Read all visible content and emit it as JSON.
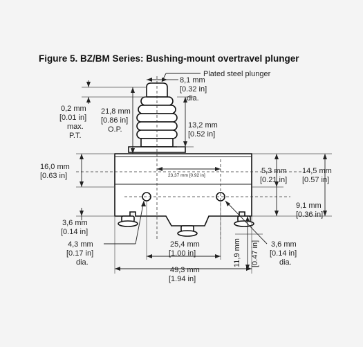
{
  "figure": {
    "title": "Figure 5. BZ/BM Series: Bushing-mount overtravel plunger"
  },
  "labels": {
    "plunger": "Plated steel plunger",
    "plunger_dia_1": "8,1 mm",
    "plunger_dia_2": "[0.32 in]",
    "plunger_dia_3": "dia.",
    "pt_1": "0,2 mm",
    "pt_2": "[0.01 in]",
    "pt_3": "max.",
    "pt_4": "P.T.",
    "op_1": "21,8 mm",
    "op_2": "[0.86 in]",
    "op_3": "O.P.",
    "bushing_1": "13,2 mm",
    "bushing_2": "[0.52 in]",
    "center_offset": "23,37 mm [0.92 in]",
    "body_h_1": "16,0 mm",
    "body_h_2": "[0.63 in]",
    "hole_top_1": "5,3 mm",
    "hole_top_2": "[0.21 in]",
    "total_h_1": "14,5 mm",
    "total_h_2": "[0.57 in]",
    "hole_bot_1": "9,1 mm",
    "hole_bot_2": "[0.36 in]",
    "hole_left_1": "3,6 mm",
    "hole_left_2": "[0.14 in]",
    "hole_dia_l_1": "4,3 mm",
    "hole_dia_l_2": "[0.17 in]",
    "hole_dia_l_3": "dia.",
    "hole_spacing_1": "25,4 mm",
    "hole_spacing_2": "[1.00 in]",
    "term_h_1": "11,9 mm",
    "term_h_2": "[0.47 in]",
    "hole_dia_r_1": "3,6 mm",
    "hole_dia_r_2": "[0.14 in]",
    "hole_dia_r_3": "dia.",
    "width_1": "49,3 mm",
    "width_2": "[1.94 in]"
  }
}
